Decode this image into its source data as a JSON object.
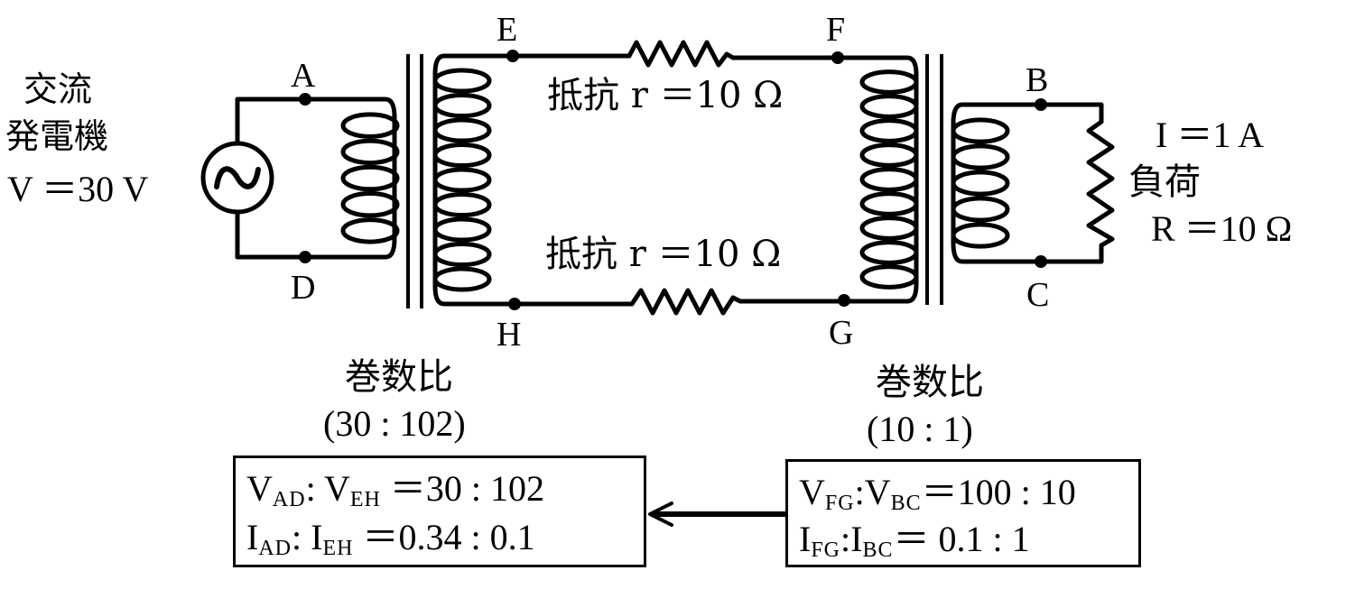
{
  "generator": {
    "title_line1": "交流",
    "title_line2": "発電機",
    "voltage": "V ＝30 V",
    "symbol_icon": "ac-source-icon"
  },
  "nodes": {
    "A": "A",
    "B": "B",
    "C": "C",
    "D": "D",
    "E": "E",
    "F": "F",
    "G": "G",
    "H": "H"
  },
  "line_resistors": {
    "top": "抵抗 r ＝10 Ω",
    "bottom": "抵抗 r ＝10 Ω"
  },
  "load": {
    "current": "I ＝1 A",
    "label": "負荷",
    "resistance": "R ＝10 Ω"
  },
  "transformer_step_up": {
    "title": "巻数比",
    "ratio": "(30 : 102)",
    "voltage_line": {
      "v1": "V",
      "s1": "AD",
      "sep": ":",
      "v2": "V",
      "s2": "EH",
      "rhs": "＝30 : 102"
    },
    "current_line": {
      "v1": "I",
      "s1": "AD",
      "sep": ":",
      "v2": "I",
      "s2": "EH",
      "rhs": "＝0.34 : 0.1"
    }
  },
  "transformer_step_down": {
    "title": "巻数比",
    "ratio": "(10 : 1)",
    "voltage_line": {
      "v1": "V",
      "s1": "FG",
      "sep": ":",
      "v2": "V",
      "s2": "BC",
      "rhs": "＝100 : 10"
    },
    "current_line": {
      "v1": "I",
      "s1": "FG",
      "sep": ":",
      "v2": "I",
      "s2": "BC",
      "rhs": "＝ 0.1 : 1"
    }
  },
  "colors": {
    "ink": "#000000",
    "background": "#ffffff"
  }
}
